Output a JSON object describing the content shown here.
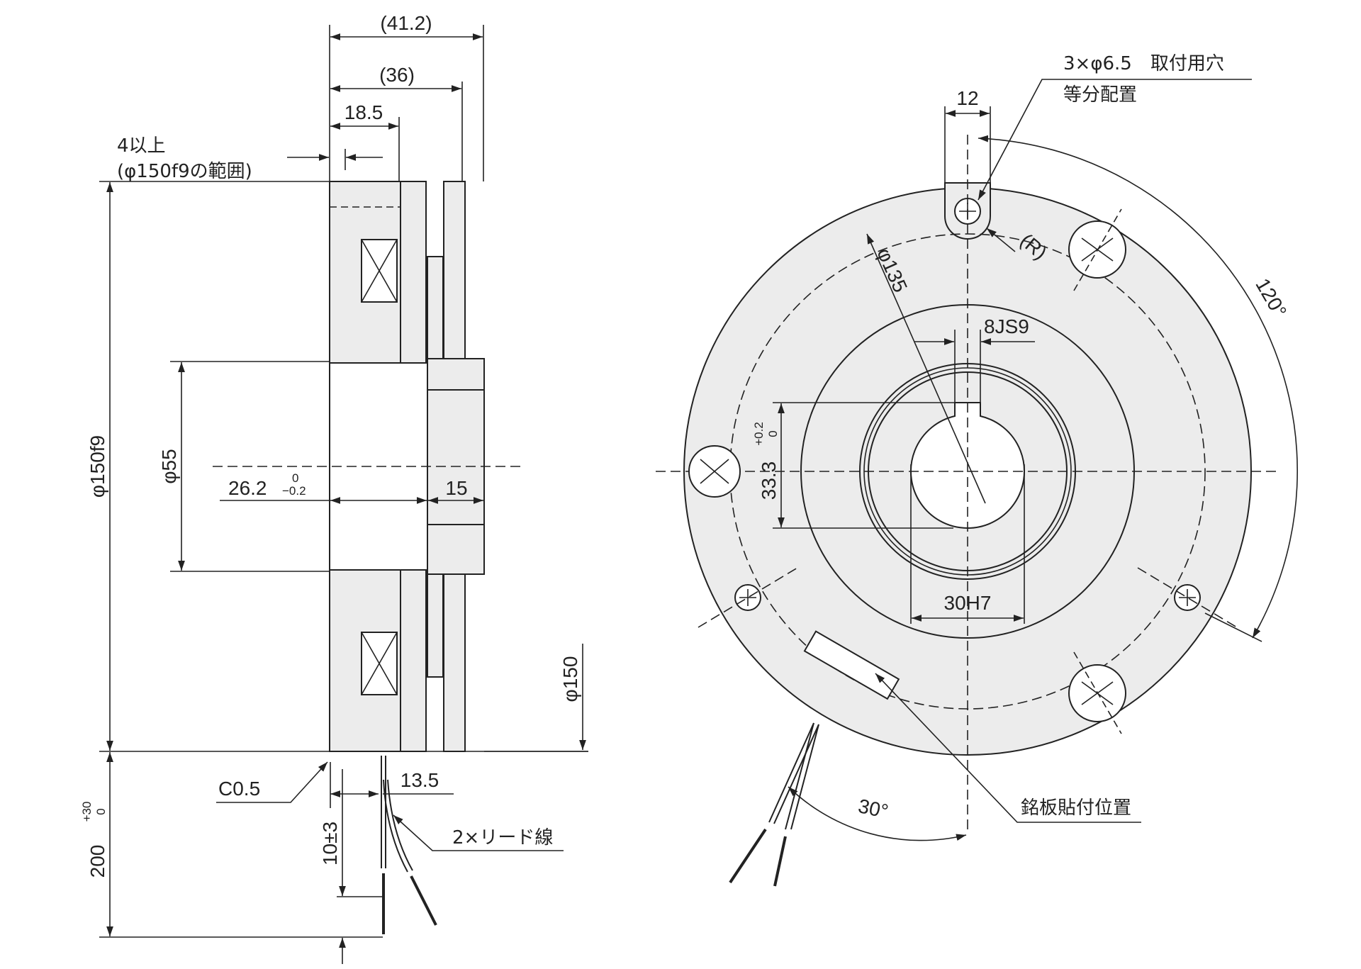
{
  "side_view": {
    "dim_overall": "(41.2)",
    "dim_body": "(36)",
    "dim_flange": "18.5",
    "note_min_line1": "4以上",
    "note_min_line2": "(φ150f9の範囲)",
    "dim_outer_dia": "φ150f9",
    "dim_bore_dia": "φ55",
    "dim_depth": "26.2",
    "dim_depth_tol_upper": "0",
    "dim_depth_tol_lower": "−0.2",
    "dim_hub": "15",
    "dim_armature_dia": "φ150",
    "chamfer": "C0.5",
    "dim_lead_pos": "13.5",
    "dim_lead_len": "200",
    "dim_lead_len_tol_upper": "+30",
    "dim_lead_len_tol_lower": "0",
    "dim_strip": "10±3",
    "lead_label": "2×リード線"
  },
  "front_view": {
    "hole_label_line1": "3×φ6.5　取付用穴",
    "hole_label_line2": "等分配置",
    "dim_slot_width": "12",
    "radius_label": "(R)",
    "pcd_label": "φ135",
    "angle_holes": "120°",
    "keyway_width": "8JS9",
    "keyway_height": "33.3",
    "keyway_height_tol_upper": "+0.2",
    "keyway_height_tol_lower": "0",
    "bore_fit": "30H7",
    "angle_lead": "30°",
    "nameplate_label": "銘板貼付位置"
  }
}
